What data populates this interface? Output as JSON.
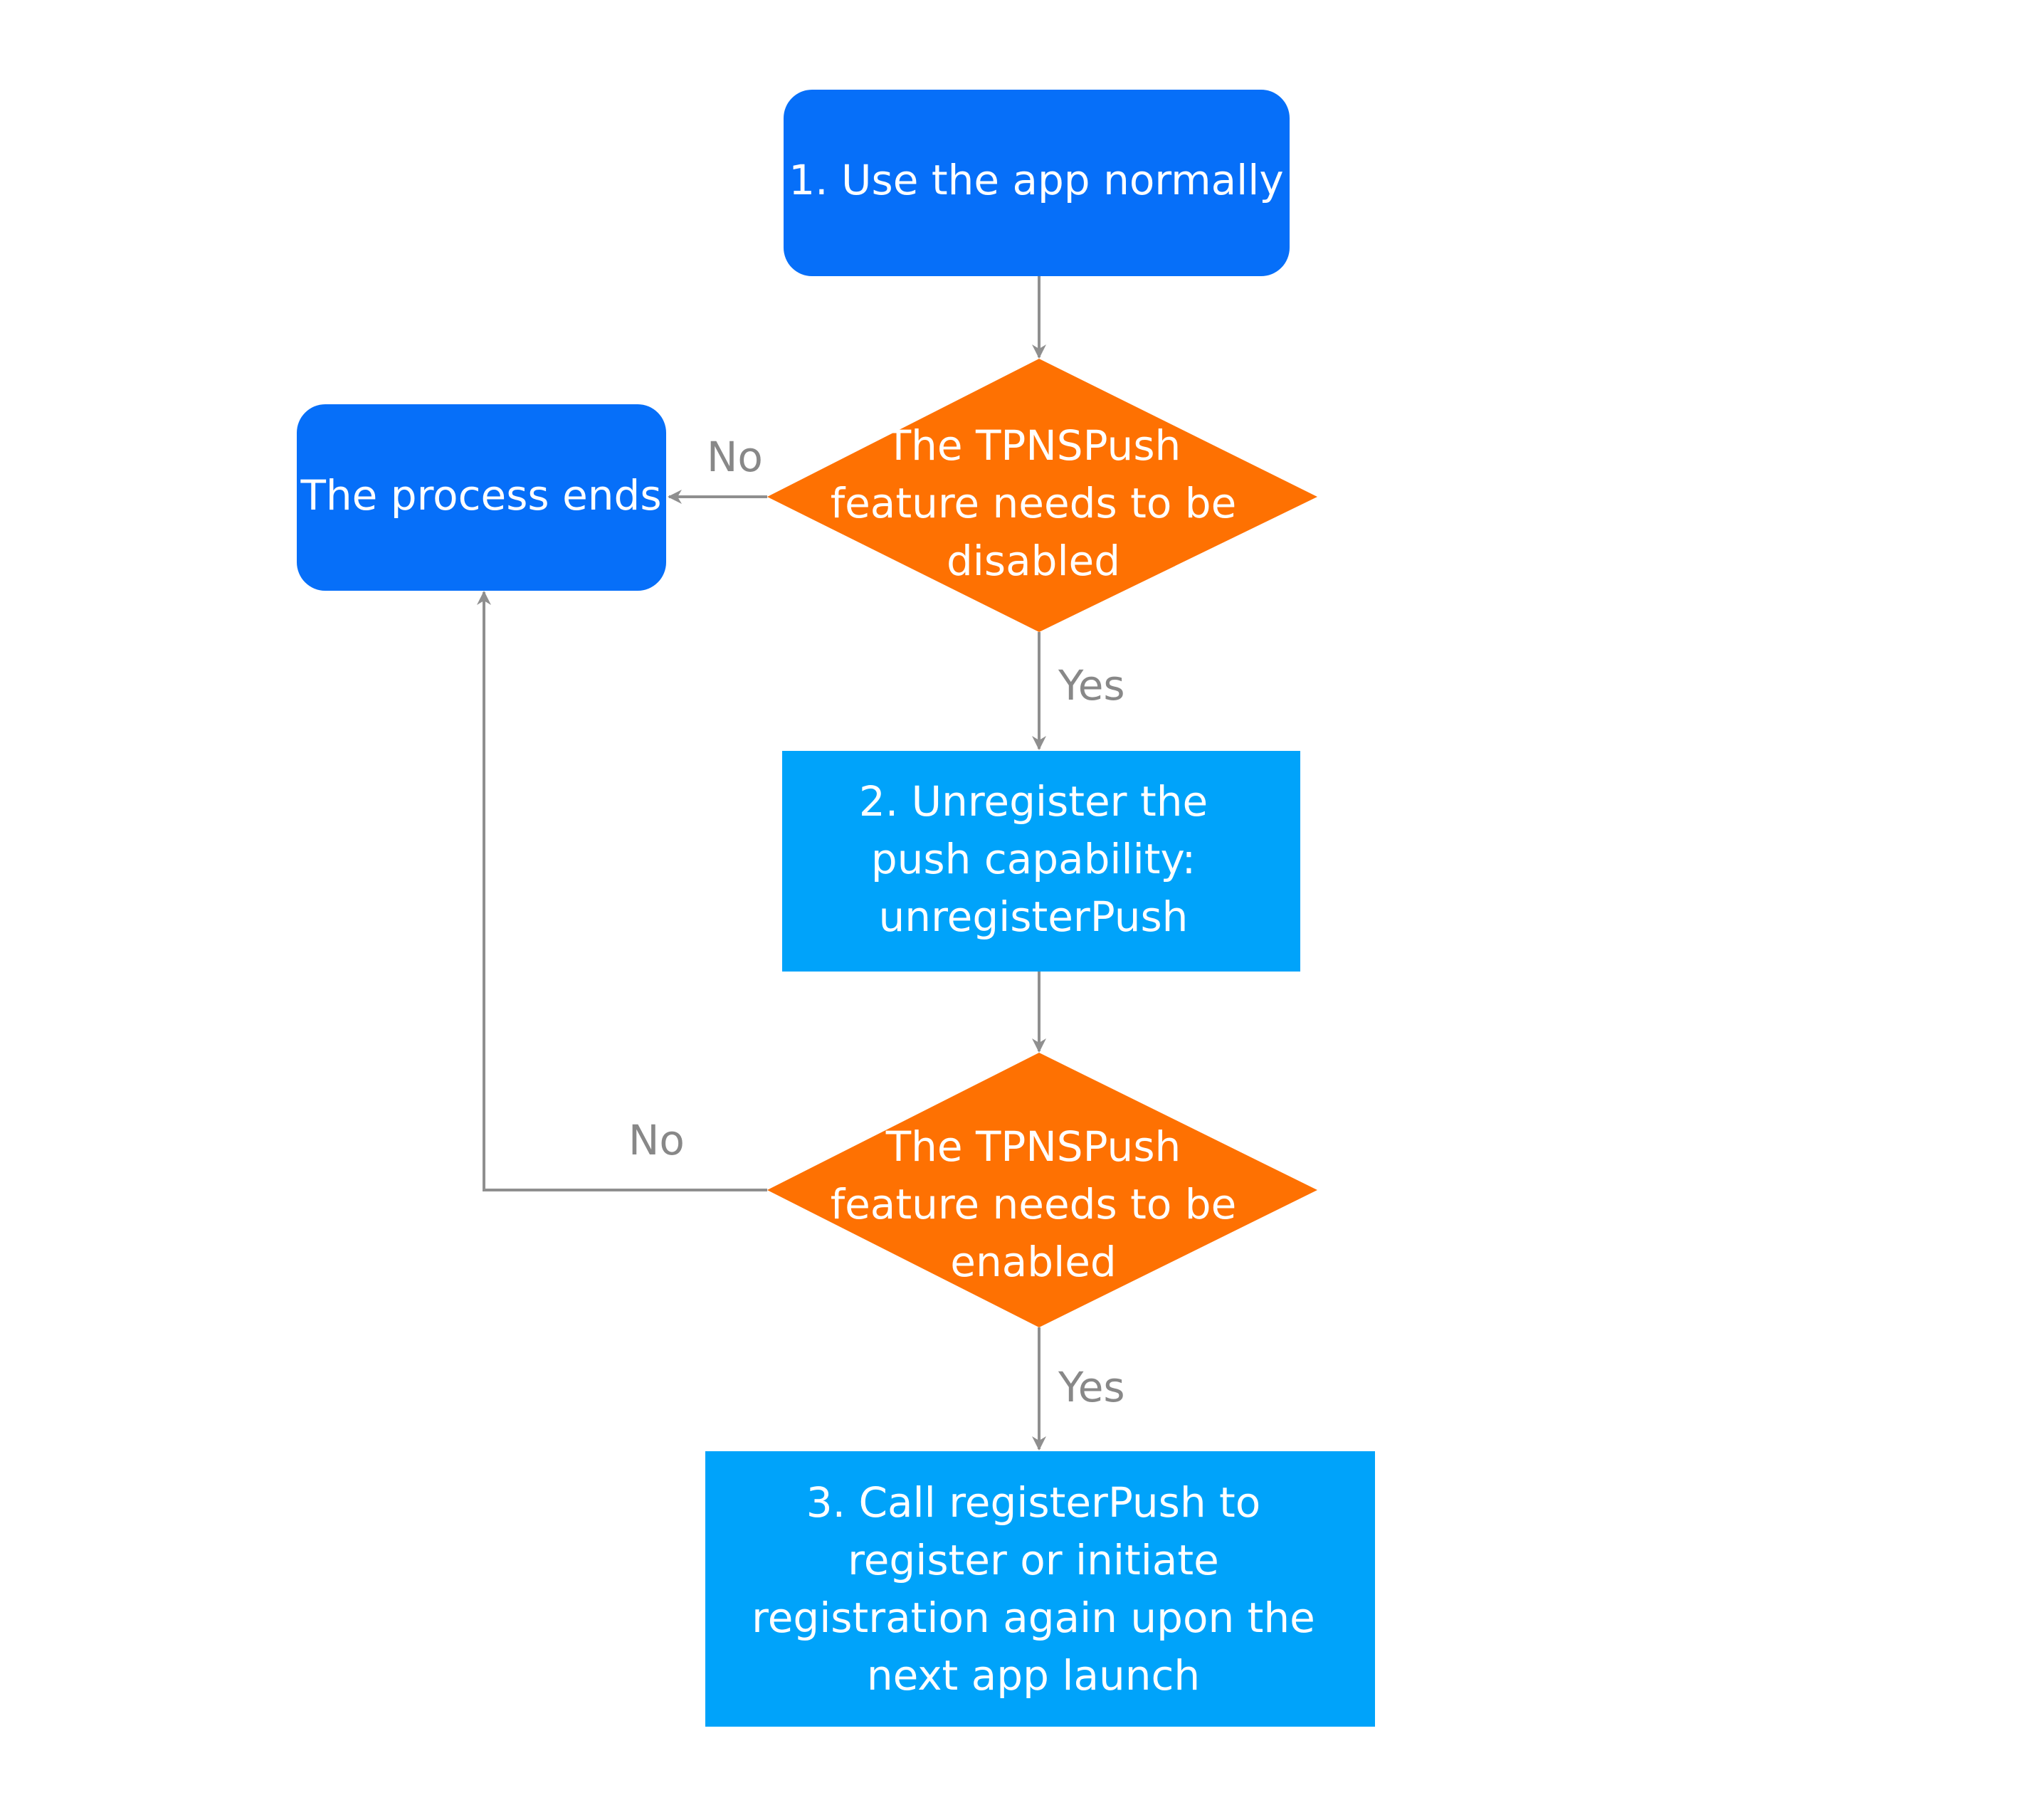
{
  "colors": {
    "start_end": "#066ff9",
    "process": "#00a3fa",
    "decision": "#fe7102",
    "edge": "#8f8f8f",
    "label": "#888888",
    "node_text": "#ffffff"
  },
  "nodes": {
    "start": {
      "lines": [
        "1. Use the app normally"
      ]
    },
    "end": {
      "lines": [
        "The process ends"
      ]
    },
    "decision1": {
      "lines": [
        "The TPNSPush",
        "feature needs to be",
        "disabled"
      ]
    },
    "step2": {
      "lines": [
        "2. Unregister the",
        "push capability:",
        "unregisterPush"
      ]
    },
    "decision2": {
      "lines": [
        "The TPNSPush",
        "feature needs to be",
        "enabled"
      ]
    },
    "step3": {
      "lines": [
        "3. Call registerPush to",
        "register or initiate",
        "registration again upon the",
        "next app launch"
      ]
    }
  },
  "edges": {
    "decision1_no": "No",
    "decision1_yes": "Yes",
    "decision2_no": "No",
    "decision2_yes": "Yes"
  }
}
